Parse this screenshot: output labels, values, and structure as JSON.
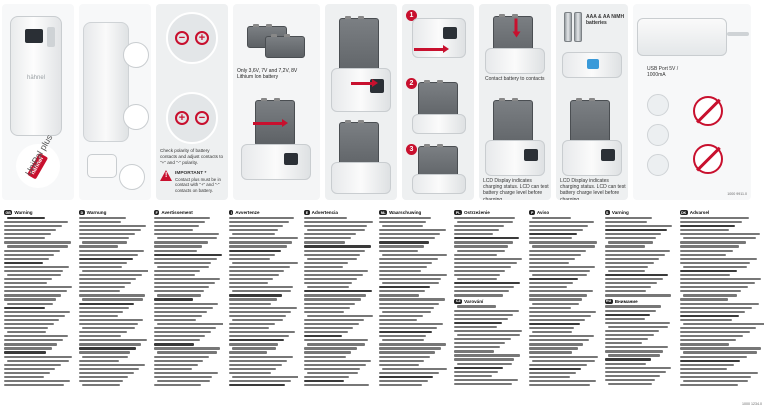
{
  "leaflet": {
    "brand": "hähnel",
    "product_logo": "UniPal plus",
    "colors": {
      "accent": "#c8102e",
      "panel_bg": "#eef0f1",
      "battery": "#5d6165"
    },
    "model_code": "1000 9911.0",
    "footer_code": "1000 1234.0"
  },
  "panels": {
    "polarity": {
      "caption": "Check polarity of battery contacts and adjust contacts to \"+\" and \"-\" polarity.",
      "warning_title": "IMPORTANT *",
      "warning_text": "Contact plus must be in contact with \"+\" and \"-\" contacts on battery."
    },
    "battery_types": {
      "caption": "Only 3,6V, 7V and 7,2V, 8V Lithium Ion battery"
    },
    "insert": {
      "caption": "Contact battery to contacts"
    },
    "aa": {
      "caption": "AAA & AA NiMH batteries"
    },
    "lcd1": {
      "caption": "LCD Display indicates charging status. LCD can test battery charge level before charging"
    },
    "lcd2": {
      "caption": "LCD Display indicates charging status. LCD can test battery charge level before charging"
    },
    "usb": {
      "caption": "USB Port 5V / 1000mA"
    }
  },
  "sections": [
    {
      "lang": "GB",
      "title": "Warning"
    },
    {
      "lang": "D",
      "title": "Warnung"
    },
    {
      "lang": "F",
      "title": "Avertissement"
    },
    {
      "lang": "I",
      "title": "Avvertenze"
    },
    {
      "lang": "E",
      "title": "Advertencia"
    },
    {
      "lang": "NL",
      "title": "Waarschuwing"
    },
    {
      "lang": "PL",
      "title": "Ostrzeżenie"
    },
    {
      "lang": "P",
      "title": "Aviso"
    },
    {
      "lang": "S",
      "title": "Varning"
    },
    {
      "lang": "DK",
      "title": "Advarsel"
    },
    {
      "lang": "CZ",
      "title": "Varování"
    },
    {
      "lang": "RU",
      "title": "Внимание"
    }
  ]
}
